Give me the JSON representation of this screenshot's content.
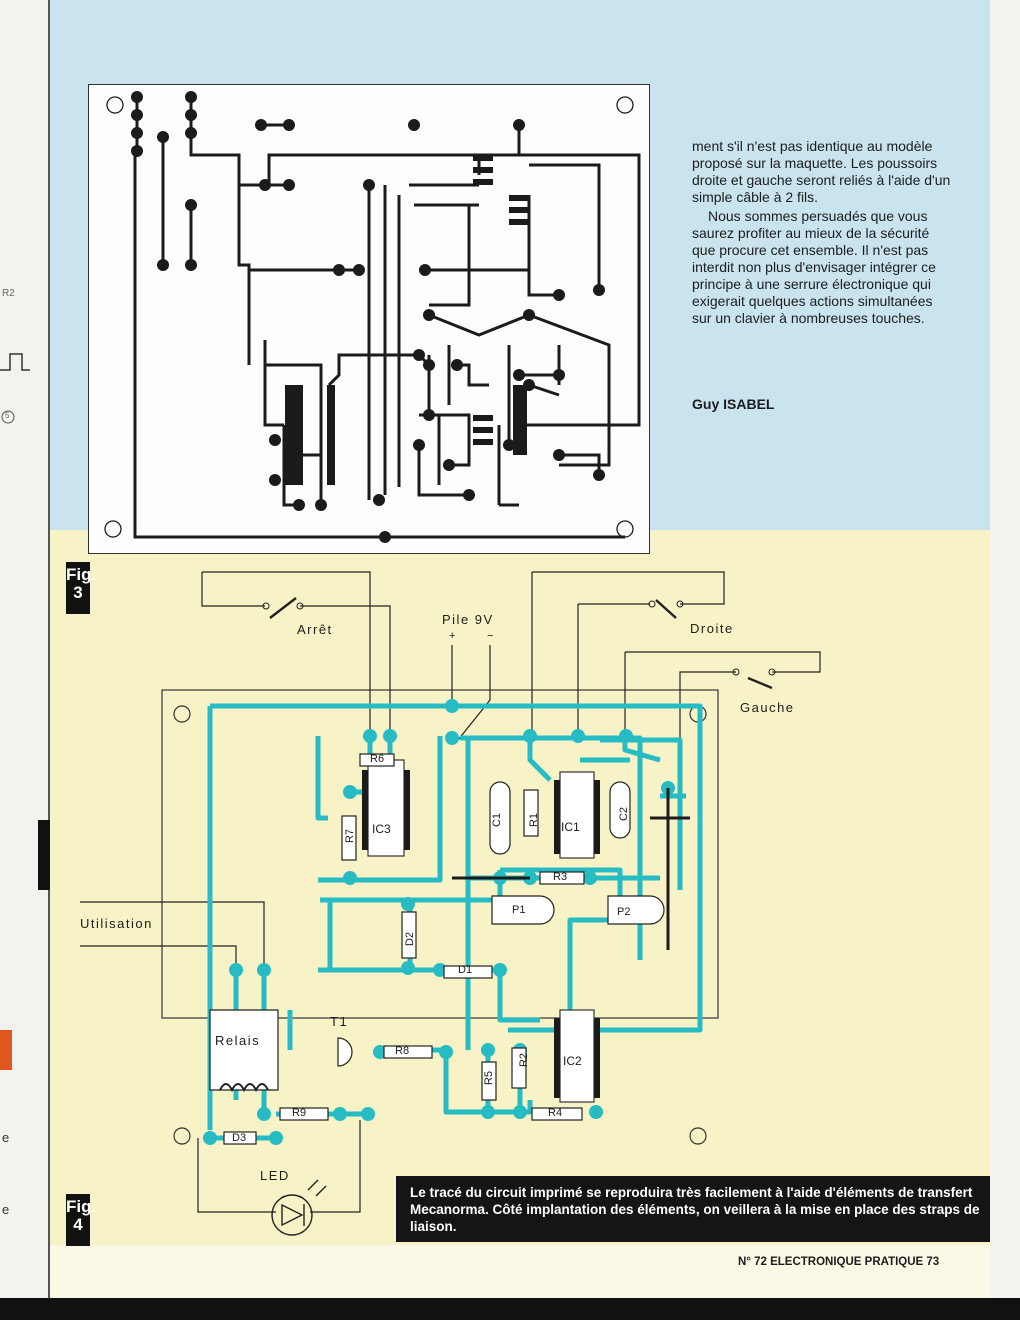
{
  "article": {
    "paragraph1": "ment s'il n'est pas identique au modèle proposé sur la maquette. Les poussoirs droite et gauche seront reliés à l'aide d'un simple câble à 2 fils.",
    "paragraph2": "Nous sommes persuadés que vous saurez profiter au mieux de la sécurité que procure cet ensemble. Il n'est pas interdit non plus d'envisager intégrer ce principe à une serrure électronique qui exigerait quelques actions simultanées sur un clavier à nombreuses touches.",
    "author": "Guy ISABEL"
  },
  "figures": {
    "fig3": {
      "line1": "Fig.",
      "line2": "3"
    },
    "fig4": {
      "line1": "Fig.",
      "line2": "4"
    }
  },
  "diagram_labels": {
    "arret": "Arrêt",
    "pile": "Pile 9V",
    "plus": "+",
    "minus": "−",
    "droite": "Droite",
    "gauche": "Gauche",
    "utilisation": "Utilisation",
    "relais": "Relais",
    "t1": "T1",
    "led": "LED",
    "ic1": "IC1",
    "ic2": "IC2",
    "ic3": "IC3",
    "r2": "R2",
    "r3": "R3",
    "r4": "R4",
    "r5": "R5",
    "r6": "R6",
    "r7": "R7",
    "r8": "R8",
    "r9": "R9",
    "r1": "R1",
    "c1": "C1",
    "c2": "C2",
    "p1": "P1",
    "p2": "P2",
    "d1": "D1",
    "d2": "D2",
    "d3": "D3"
  },
  "caption": "Le tracé du circuit imprimé se reproduira très facilement à l'aide d'éléments de transfert Mecanorma. Côté implantation des éléments, on veillera à la mise en place des straps de liaison.",
  "footer": "N° 72 ELECTRONIQUE PRATIQUE 73",
  "left_page_fragments": {
    "r2": "R2",
    "five": "5",
    "e1": "e",
    "e2": "e"
  },
  "colors": {
    "trace": "#1b1b1b",
    "component_trace": "#27bcc4",
    "blue_bg": "#c9e4ef",
    "yellow_bg": "#f8f3c6"
  }
}
